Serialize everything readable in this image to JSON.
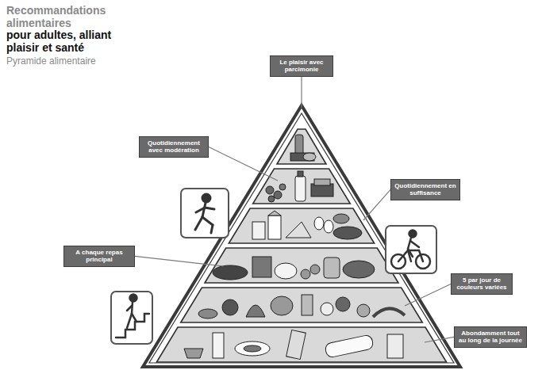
{
  "diagram": {
    "title": "Recommandations alimentaires",
    "nodes": [
      {
        "text": [
          "Le plaisir avec parcimonie"
        ]
      },
      {
        "text": [
          "Quotidiennement avec modération"
        ]
      },
      {
        "text": [
          "Quotidiennement en suffisance"
        ]
      },
      {
        "text": [
          "A chaque repas principal"
        ]
      },
      {
        "text": [
          "5 par jour de couleurs variées"
        ]
      },
      {
        "text": [
          "Abondamment tout au long de la journée"
        ]
      }
    ],
    "labels": [
      "pour adultes, alliant plaisir et santé",
      "Pyramide alimentaire"
    ]
  }
}
